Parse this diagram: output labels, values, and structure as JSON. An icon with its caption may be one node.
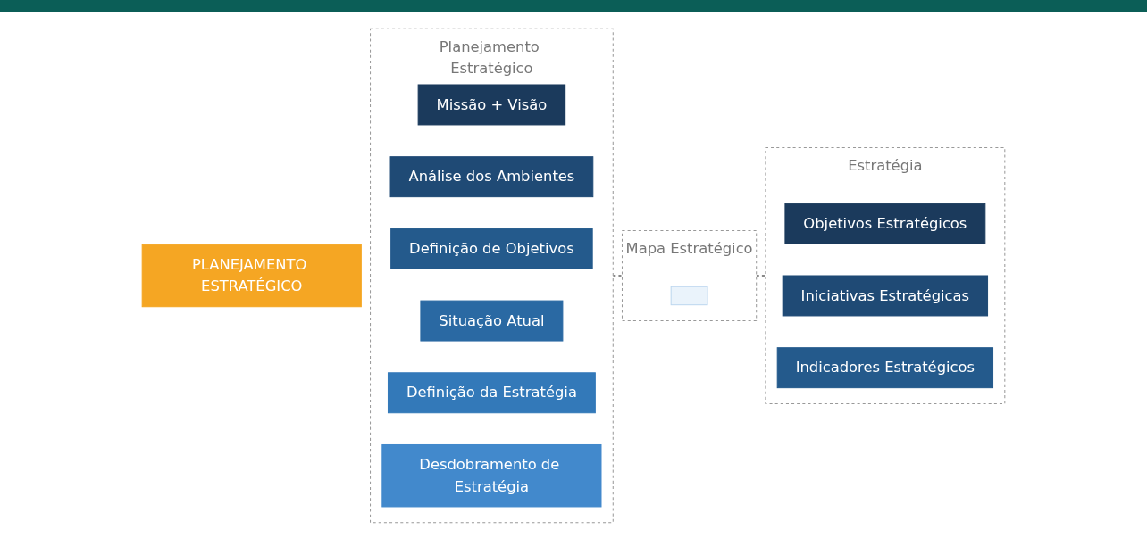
{
  "diagram": {
    "nodes": [
      {
        "text": [
          "Planejamento Estratégico"
        ]
      },
      {
        "text": [
          "Missão + Visão"
        ],
        "in": 0
      },
      {
        "text": [
          "Análise dos Ambientes"
        ],
        "in": 0
      },
      {
        "text": [
          "Definição de Objetivos"
        ],
        "in": 0
      },
      {
        "text": [
          "Situação Atual"
        ],
        "in": 0
      },
      {
        "text": [
          "Definição da Estratégia"
        ],
        "in": 0
      },
      {
        "text": [
          "Desdobramento de Estratégia"
        ],
        "in": 0
      },
      {
        "text": [
          "PLANEJAMENTO ESTRATÉGICO"
        ]
      },
      {
        "text": [
          "Mapa Estratégico"
        ]
      },
      {
        "text": [],
        "shape": "box",
        "in": 8
      },
      {
        "text": [
          "Estratégia"
        ]
      },
      {
        "text": [
          "Objetivos Estratégicos"
        ],
        "in": 10
      },
      {
        "text": [
          "Iniciativas Estratégicas"
        ],
        "in": 10
      },
      {
        "text": [
          "Indicadores Estratégicos"
        ],
        "in": 10
      }
    ],
    "edges": [
      {
        "from": 0,
        "to": 8,
        "arrow": "none",
        "style": "dashed"
      },
      {
        "from": 8,
        "to": 10,
        "arrow": "none",
        "style": "dashed"
      }
    ]
  }
}
